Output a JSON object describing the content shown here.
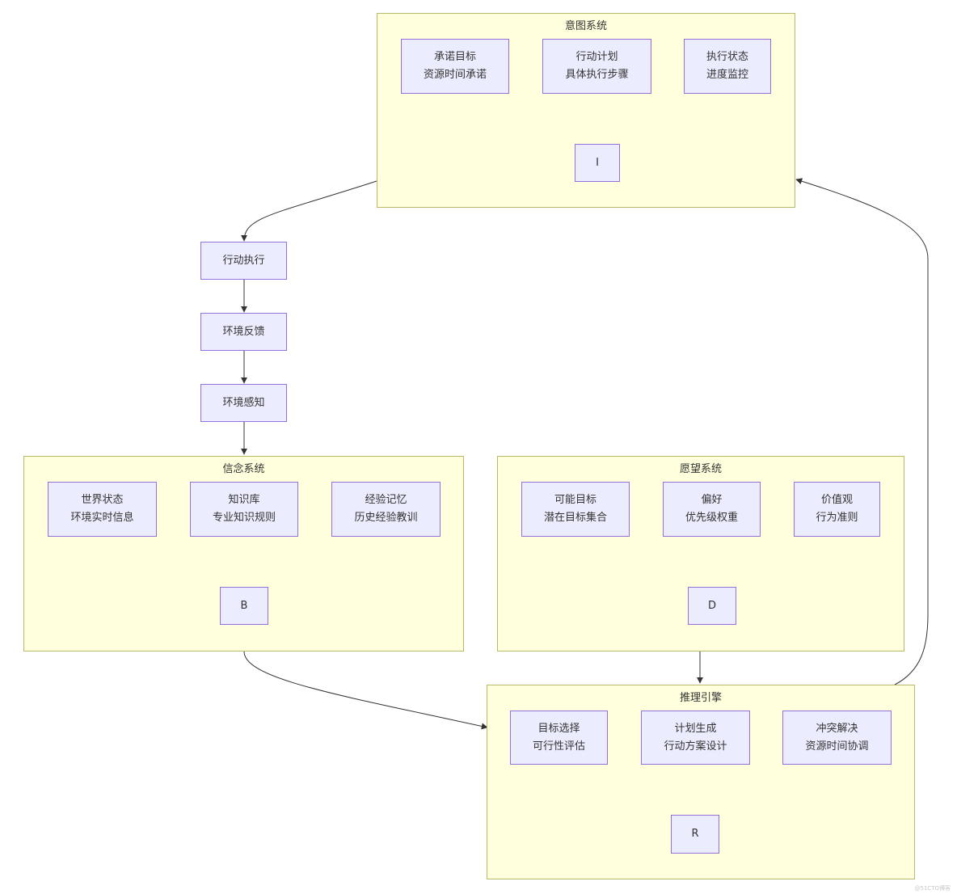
{
  "groups": {
    "intent": {
      "title": "意图系统"
    },
    "belief": {
      "title": "信念系统"
    },
    "desire": {
      "title": "愿望系统"
    },
    "reasoning": {
      "title": "推理引擎"
    }
  },
  "nodes": {
    "commit_goal": {
      "line1": "承诺目标",
      "line2": "资源时间承诺"
    },
    "action_plan": {
      "line1": "行动计划",
      "line2": "具体执行步骤"
    },
    "exec_state": {
      "line1": "执行状态",
      "line2": "进度监控"
    },
    "I": {
      "label": "I"
    },
    "action_exec": {
      "label": "行动执行"
    },
    "env_feedback": {
      "label": "环境反馈"
    },
    "env_perception": {
      "label": "环境感知"
    },
    "world_state": {
      "line1": "世界状态",
      "line2": "环境实时信息"
    },
    "knowledge_base": {
      "line1": "知识库",
      "line2": "专业知识规则"
    },
    "experience": {
      "line1": "经验记忆",
      "line2": "历史经验教训"
    },
    "B": {
      "label": "B"
    },
    "possible_goals": {
      "line1": "可能目标",
      "line2": "潜在目标集合"
    },
    "preference": {
      "line1": "偏好",
      "line2": "优先级权重"
    },
    "values": {
      "line1": "价值观",
      "line2": "行为准则"
    },
    "D": {
      "label": "D"
    },
    "goal_select": {
      "line1": "目标选择",
      "line2": "可行性评估"
    },
    "plan_gen": {
      "line1": "计划生成",
      "line2": "行动方案设计"
    },
    "conflict": {
      "line1": "冲突解决",
      "line2": "资源时间协调"
    },
    "R": {
      "label": "R"
    }
  },
  "watermark": "@51CTO博客",
  "colors": {
    "group_fill": "#ffffde",
    "group_border": "#b9b96a",
    "node_fill": "#ececff",
    "node_border": "#9370db",
    "edge": "#333333"
  }
}
